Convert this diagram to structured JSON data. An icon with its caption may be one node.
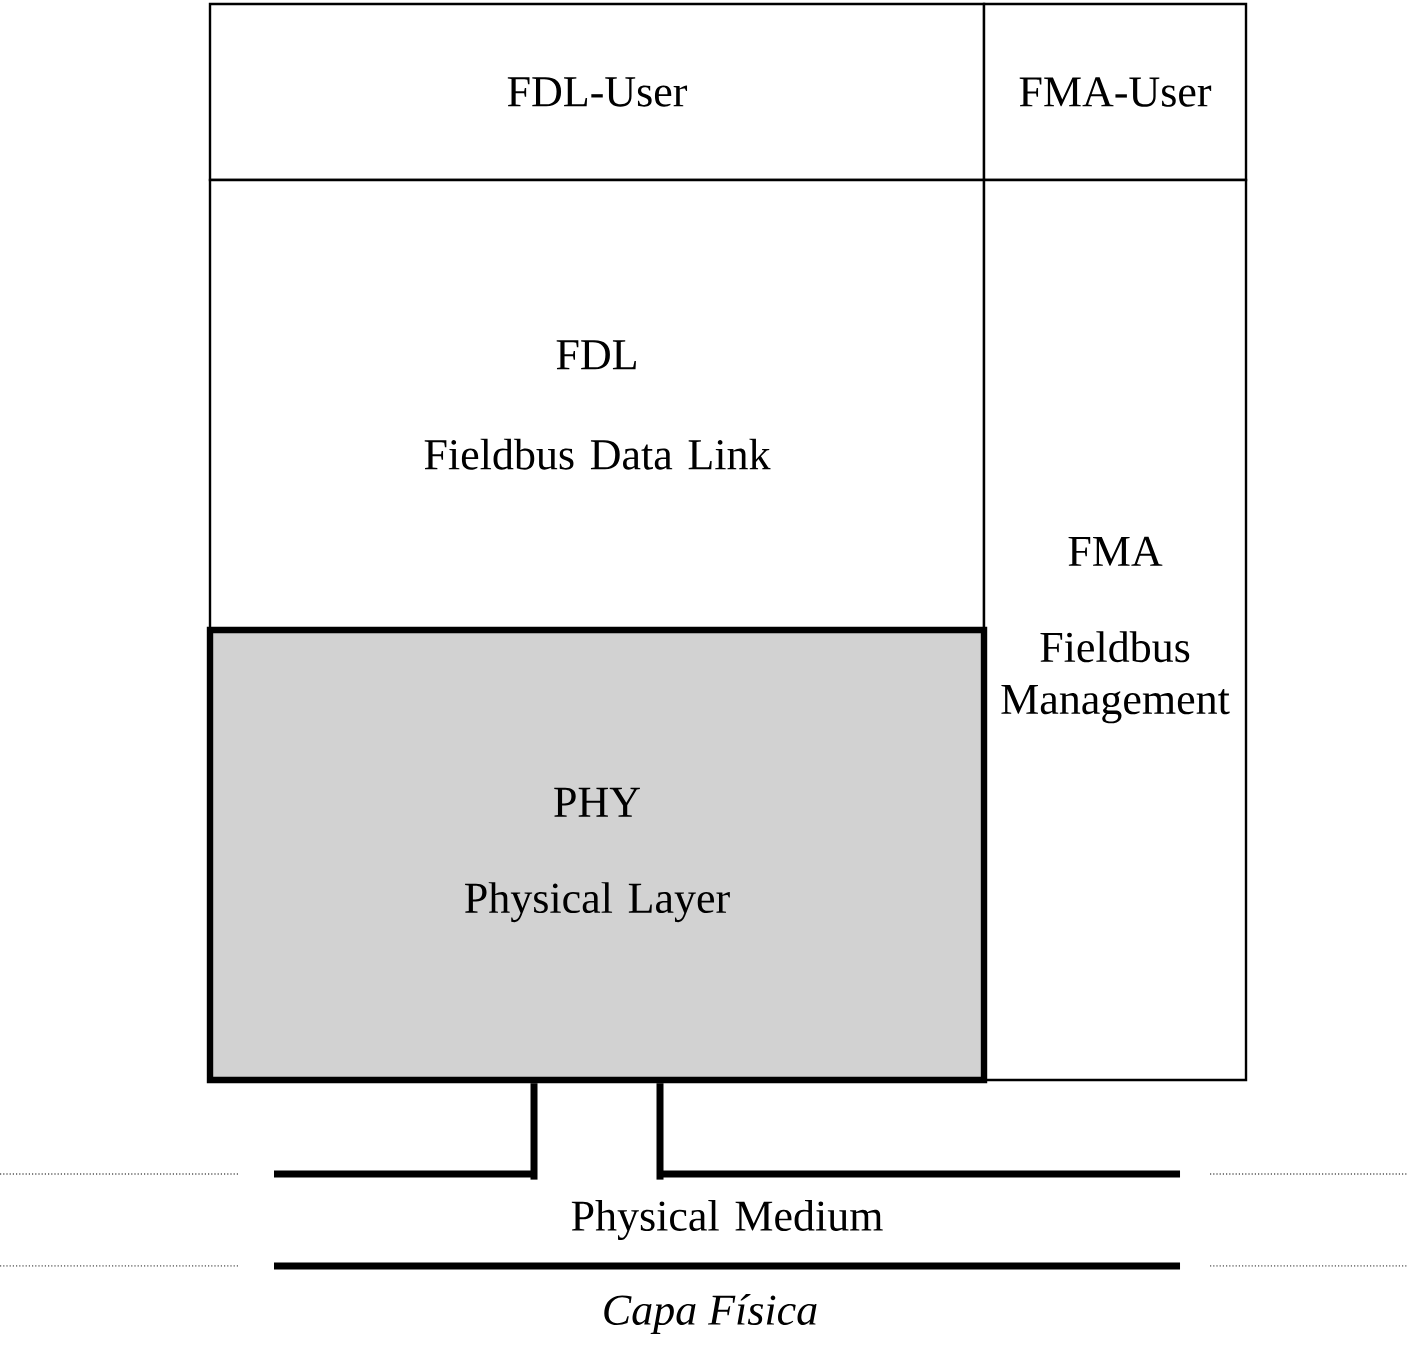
{
  "diagram": {
    "caption": "Capa Física",
    "nodes": [
      {
        "text": [
          "FDL-User"
        ]
      },
      {
        "text": [
          "FMA-User"
        ]
      },
      {
        "text": [
          "FDL",
          "Fieldbus Data Link"
        ]
      },
      {
        "text": [
          "FMA",
          "Fieldbus Management"
        ]
      },
      {
        "text": [
          "PHY",
          "Physical Layer"
        ]
      },
      {
        "text": [
          "Physical Medium"
        ]
      }
    ],
    "edges": [
      {
        "from": 4,
        "to": 5,
        "arrow": "none"
      },
      {
        "from": 4,
        "to": 5,
        "arrow": "none"
      }
    ]
  }
}
